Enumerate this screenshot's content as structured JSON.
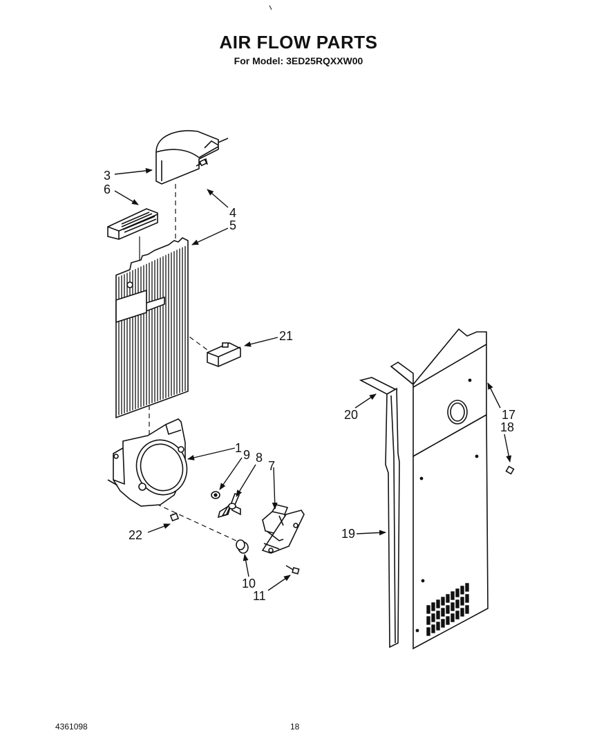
{
  "header": {
    "title": "AIR FLOW PARTS",
    "subtitle": "For Model: 3ED25RQXXW00"
  },
  "footer": {
    "doc_number": "4361098",
    "page_number": "18"
  },
  "callouts": {
    "c1": "1",
    "c3": "3",
    "c4": "4",
    "c5": "5",
    "c6": "6",
    "c7": "7",
    "c8": "8",
    "c9": "9",
    "c10": "10",
    "c11": "11",
    "c17": "17",
    "c18": "18",
    "c19": "19",
    "c20": "20",
    "c21": "21",
    "c22": "22"
  }
}
